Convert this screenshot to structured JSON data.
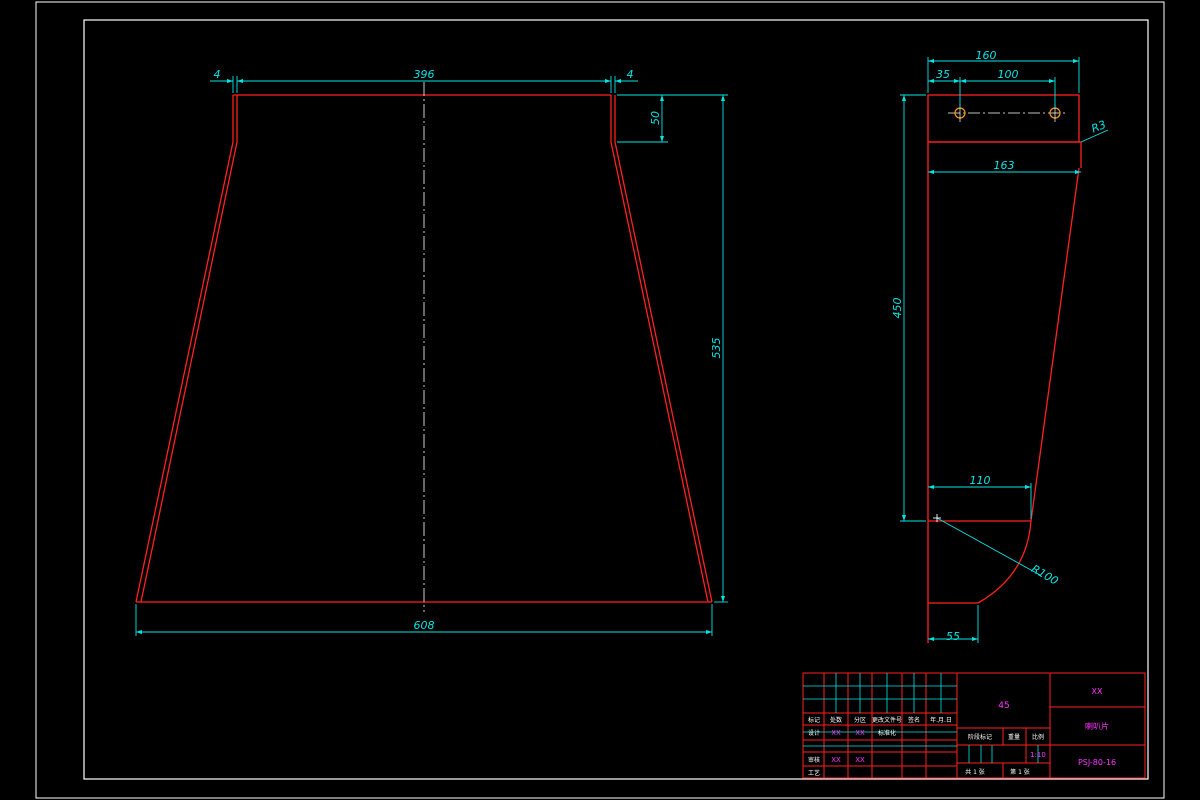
{
  "colors": {
    "background": "#000000",
    "border": "#ffffff",
    "part_outline": "#ff2020",
    "dimension": "#00e6e6",
    "centerline": "#ffffff",
    "hole": "#ff9900",
    "titleblock_value": "#ff33ff"
  },
  "front_view": {
    "dims": {
      "top_width": "396",
      "left_gap": "4",
      "right_gap": "4",
      "flange_height": "50",
      "total_height": "535",
      "bottom_width": "608"
    }
  },
  "side_view": {
    "dims": {
      "top_width": "160",
      "hole_offset": "35",
      "hole_spacing": "100",
      "corner_radius": "R3",
      "mid_width": "163",
      "height": "450",
      "lower_width": "110",
      "arc_radius": "R100",
      "bottom_width": "55"
    }
  },
  "title_block": {
    "header_labels": [
      "标记",
      "处数",
      "分区",
      "更改文件号",
      "签名",
      "年.月.日"
    ],
    "row1": {
      "label1": "设计",
      "value1": "XX",
      "value2": "XX",
      "label2": "标准化"
    },
    "row3": {
      "label1": "审核",
      "value1": "XX",
      "value2": "XX"
    },
    "row4": {
      "label1": "工艺"
    },
    "material": "45",
    "stage_mark": "阶段标记",
    "weight_label": "重量",
    "scale_label": "比例",
    "scale_value": "1:10",
    "sheet_total": "共  1  张",
    "sheet_number": "第  1  张",
    "company": "XX",
    "part_name": "喇叭片",
    "drawing_number": "PSJ-80-16"
  }
}
